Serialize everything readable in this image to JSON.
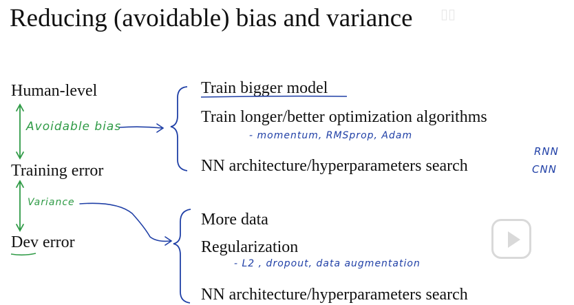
{
  "title": "Reducing (avoidable) bias and variance",
  "left_labels": {
    "human_level": "Human-level",
    "training_error": "Training error",
    "dev_error": "Dev error"
  },
  "annotations": {
    "avoidable_bias": "Avoidable bias",
    "variance": "Variance"
  },
  "bias_remedies": {
    "item1": "Train bigger model",
    "item2": "Train longer/better optimization algorithms",
    "item2_note": "- momentum, RMSprop, Adam",
    "item3": "NN architecture/hyperparameters search",
    "arch_note_1": "RNN",
    "arch_note_2": "CNN"
  },
  "variance_remedies": {
    "item1": "More data",
    "item2": "Regularization",
    "item2_note": "- L2 , dropout, data augmentation",
    "item3": "NN architecture/hyperparameters search"
  },
  "colors": {
    "text": "#111111",
    "green_ink": "#2e9a45",
    "blue_ink": "#1f3fa6"
  },
  "icons": {
    "play": "play-icon",
    "watermark": "bilibili-logo"
  }
}
